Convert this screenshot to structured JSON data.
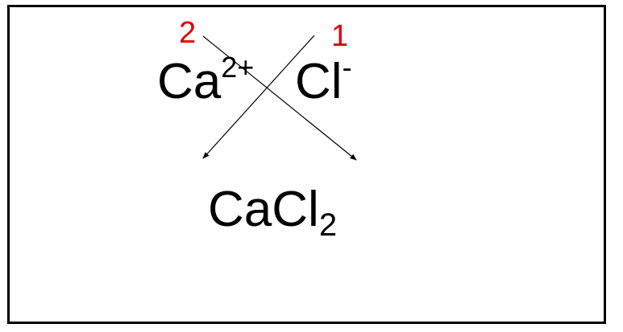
{
  "diagram": {
    "cation": {
      "symbol": "Ca",
      "charge": "2+",
      "crossover_number": "2"
    },
    "anion": {
      "symbol": "Cl",
      "charge": "-",
      "crossover_number": "1"
    },
    "product": {
      "formula_base": "CaCl",
      "subscript": "2"
    },
    "colors": {
      "numbers": "#e00000",
      "text": "#000000",
      "arrows": "#000000",
      "border": "#000000"
    }
  }
}
